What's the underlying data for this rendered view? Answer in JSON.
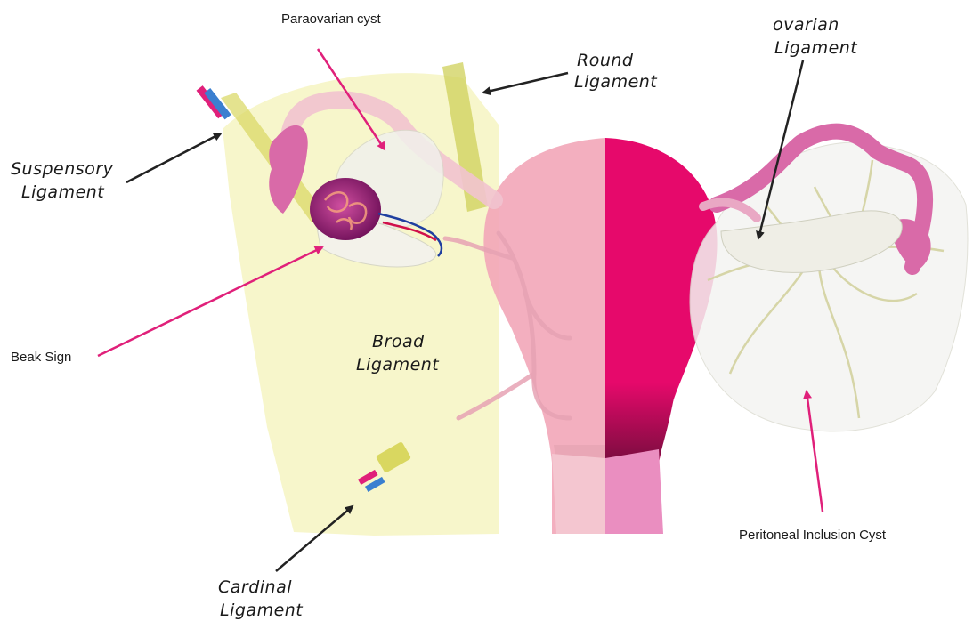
{
  "labels": {
    "paraovarian_cyst": "Paraovarian cyst",
    "round_ligament_1": "Round",
    "round_ligament_2": "Ligament",
    "ovarian_ligament_1": "ovarian",
    "ovarian_ligament_2": "Ligament",
    "suspensory_ligament_1": "Suspensory",
    "suspensory_ligament_2": "Ligament",
    "beak_sign": "Beak Sign",
    "broad_ligament_1": "Broad",
    "broad_ligament_2": "Ligament",
    "peritoneal_inclusion_cyst": "Peritoneal Inclusion Cyst",
    "cardinal_ligament_1": "Cardinal",
    "cardinal_ligament_2": "Ligament"
  },
  "colors": {
    "broad_ligament": "#f7f5c8",
    "uterus_left": "#f2a6b8",
    "uterus_right": "#e6096b",
    "cervix_dark": "#7a0f3f",
    "tube": "#d96aa8",
    "ovary": "#a0197a",
    "cyst": "#f1f1ec",
    "arrow_magenta": "#e0207a",
    "arrow_black": "#222222",
    "round_ligament": "#cfd05a"
  }
}
